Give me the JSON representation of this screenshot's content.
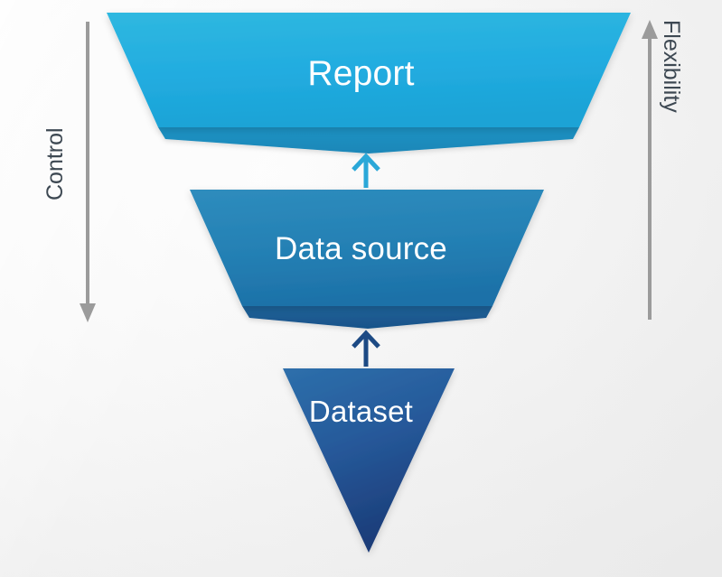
{
  "diagram": {
    "title_absent": true,
    "background_color": "#f4f4f4",
    "stages": [
      {
        "id": "report",
        "label": "Report",
        "level": 1,
        "shape": "trapezoid",
        "fill_top": "#2bb3de",
        "fill_bottom": "#1ba9da",
        "fold_color": "#1a8cba",
        "text_color": "#ffffff"
      },
      {
        "id": "data-source",
        "label": "Data source",
        "level": 2,
        "shape": "trapezoid",
        "fill_top": "#2a86b8",
        "fill_bottom": "#1f73ab",
        "fold_color": "#1c5b91",
        "text_color": "#ffffff"
      },
      {
        "id": "dataset",
        "label": "Dataset",
        "level": 3,
        "shape": "inverted-triangle",
        "fill_top": "#2a6aa4",
        "fill_bottom": "#1d3f7a",
        "text_color": "#ffffff"
      }
    ],
    "flow_arrows": [
      {
        "id": "dataset-to-datasource",
        "from": "dataset",
        "to": "data-source",
        "direction": "up",
        "color": "#1d4a84"
      },
      {
        "id": "datasource-to-report",
        "from": "data-source",
        "to": "report",
        "direction": "up",
        "color": "#2ba8d8"
      }
    ],
    "axes": [
      {
        "id": "control",
        "label": "Control",
        "side": "left",
        "direction": "down",
        "arrow_color": "#9b9b9b",
        "text_color": "#3d4852"
      },
      {
        "id": "flexibility",
        "label": "Flexibility",
        "side": "right",
        "direction": "up",
        "arrow_color": "#9b9b9b",
        "text_color": "#3d4852"
      }
    ]
  }
}
